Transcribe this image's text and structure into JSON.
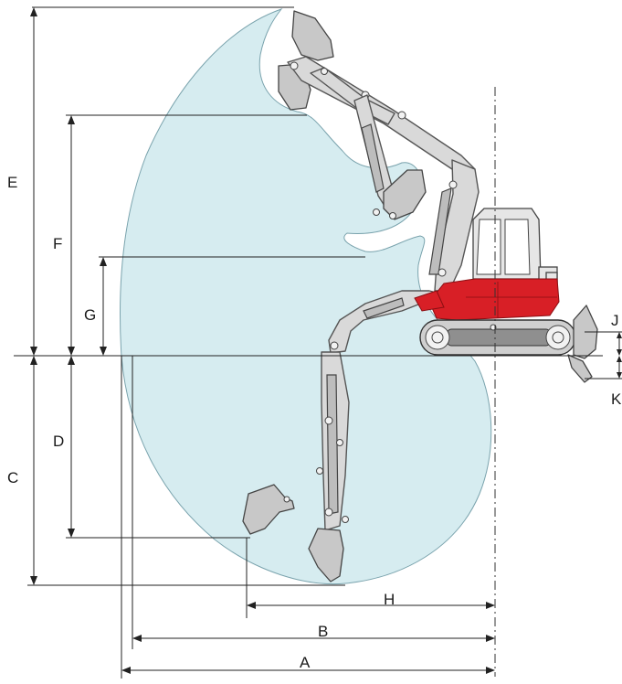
{
  "dimensions": {
    "A": "A",
    "B": "B",
    "C": "C",
    "D": "D",
    "E": "E",
    "F": "F",
    "G": "G",
    "H": "H",
    "J": "J",
    "K": "K"
  },
  "colors": {
    "envelope": "#d6ecf0",
    "machine_accent": "#d81f26",
    "boom": "#d9d9d9",
    "lines": "#222222"
  },
  "icons": [
    "excavator-icon",
    "bucket-icon",
    "track-icon",
    "dozer-blade-icon"
  ]
}
